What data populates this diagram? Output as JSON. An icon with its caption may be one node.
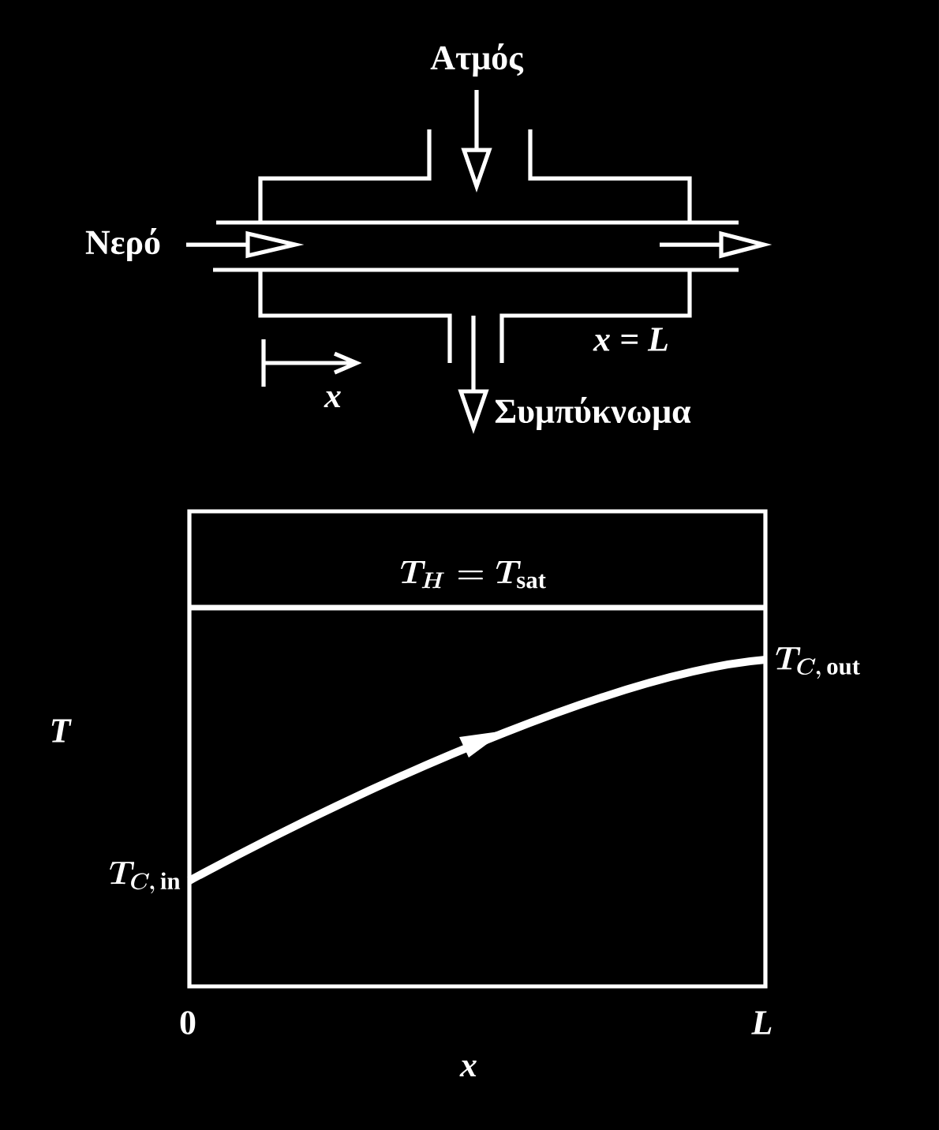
{
  "diagram": {
    "labels": [
      "Ατμός",
      "Νερό",
      "x = L",
      "x",
      "Συμπύκνωμα",
      "T_H = T_{\\mathrm{sat}}",
      "T_{C,\\,\\mathrm{out}}",
      "T",
      "T_{C,\\,\\mathrm{in}}",
      "0",
      "L",
      "x"
    ]
  }
}
